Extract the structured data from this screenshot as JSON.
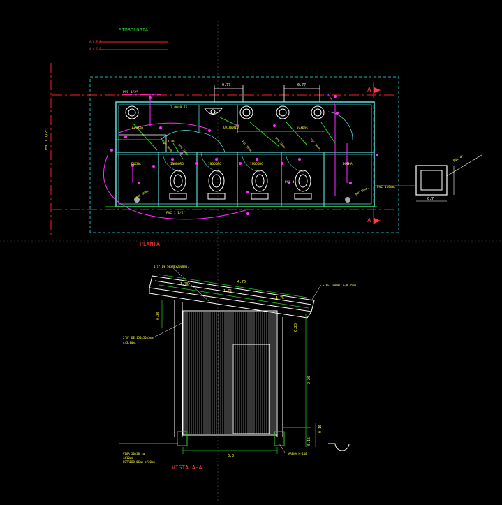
{
  "legend": {
    "title": "SIMBOLOGIA",
    "items": [
      {
        "label": "A.A.P.P",
        "color": "#ff1e1e"
      },
      {
        "label": "A.A.S.S",
        "color": "#ff1e1e"
      }
    ]
  },
  "plan": {
    "title": "PLANTA",
    "labels": {
      "pvc_half": "PVC 1/2\"",
      "pvc_left": "PVC 1 1/2\"",
      "pvc_bottom": "PVC 1 1/2\"",
      "pvc_110": "PVC 110mm.",
      "pvc_4": "PVC 4\"",
      "lavabo_left": "LAVABO",
      "lavabo_right": "LAVABOS",
      "urinario": "URINARIO",
      "inodoro_1": "INODORO",
      "inodoro_2": "INODORO",
      "inodoro_3": "INODORO",
      "ducha_1": "DUCHA",
      "ducha_2": "DUCHA",
      "dim_top_1": "0.77",
      "dim_top_2": "0.77",
      "dim_small": "1.00",
      "dim_inner": "2.00x0.75",
      "dim_box": "0.7",
      "section_a": "A",
      "section_a2": "A",
      "small_box_note": "PVC 4\"",
      "pvc_diag_1": "PVC 50mm.",
      "pvc_diag_2": "PVC 50mm.",
      "pvc_diag_3": "PVC 50mm.",
      "pvc_diag_4": "PVC 50mm.",
      "pvc_diag_5": "PVC 50mm.",
      "pvc_diag_6": "PVC 50mm.",
      "pvc_diag_7": "PVC 50mm."
    }
  },
  "section": {
    "title": "VISTA A-A",
    "labels": {
      "dim_roof_total": "4.70",
      "dim_roof_1": "1.75",
      "dim_roof_2": "1.75",
      "dim_roof_3": "1.75",
      "dim_height": "2.20",
      "dim_left_small": "0.30",
      "dim_right_small": "0.20",
      "dim_base": "3.3",
      "dim_base_right_1": "0.10",
      "dim_base_right_2": "0.15",
      "note_top": "1\"X\" DE 50x40x2500mm.",
      "note_panel": "STEEL PANEL e=0.35mm.",
      "note_left_1": "2\"X\" DE 150x50x5mm.",
      "note_left_2": "c/3.00m.",
      "note_bottom_1": "VIGA 20x30 cm",
      "note_bottom_2": "4#10mm",
      "note_bottom_3": "ESTRIBO Ø6mm c/20cm",
      "note_bottom_right": "ARENA H-140"
    }
  }
}
